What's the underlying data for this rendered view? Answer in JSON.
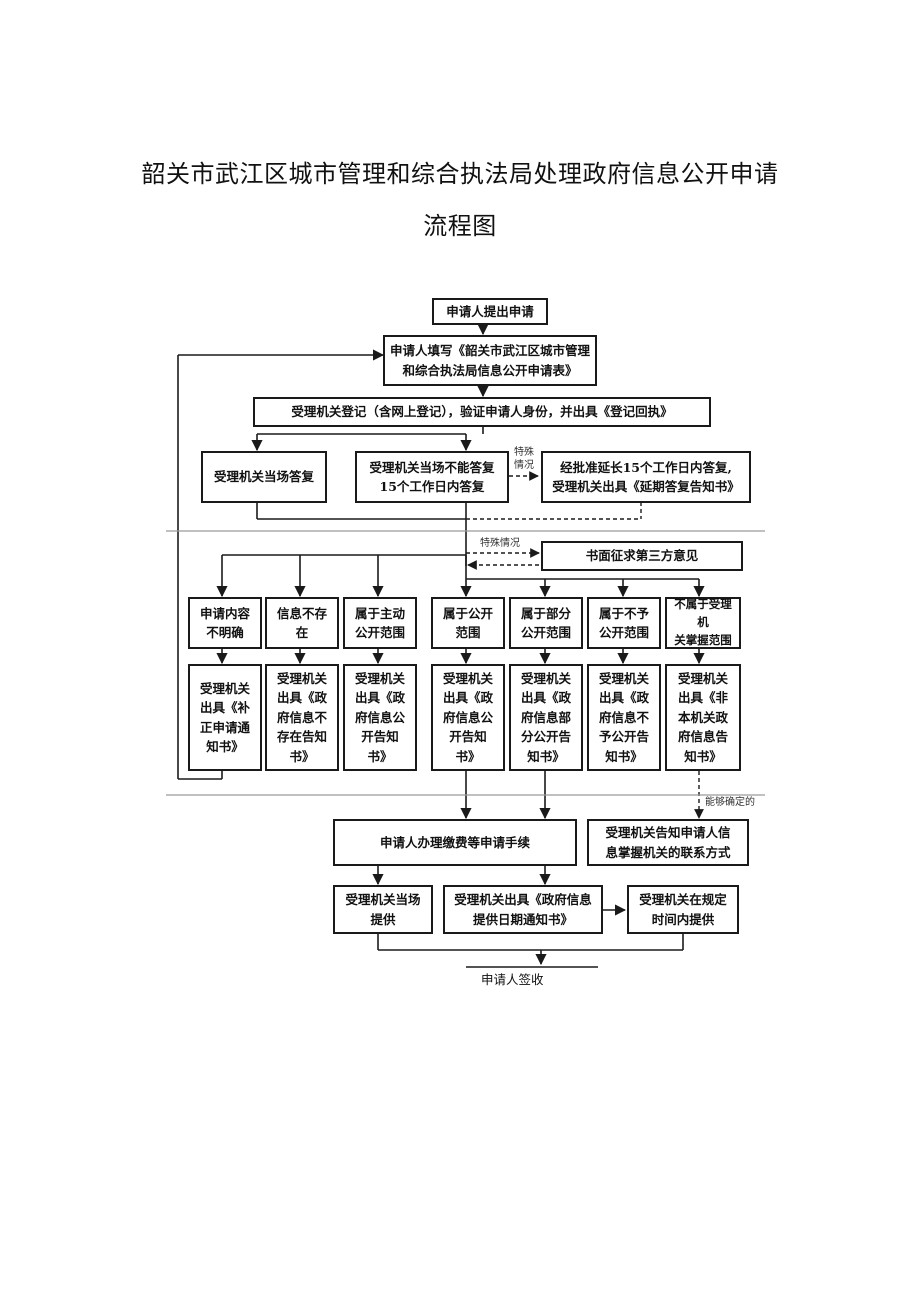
{
  "title": {
    "line1": "韶关市武江区城市管理和综合执法局处理政府信息公开申请",
    "line2": "流程图"
  },
  "nodes": {
    "submit": "申请人提出申请",
    "fill_form": "申请人填写《韶关市武江区城市管理\n和综合执法局信息公开申请表》",
    "register": "受理机关登记（含网上登记），验证申请人身份，并出具《登记回执》",
    "reply_on_spot": "受理机关当场答复",
    "reply_15_days": "受理机关当场不能答复\n15个工作日内答复",
    "extend_15_days": "经批准延长15个工作日内答复,\n受理机关出具《延期答复告知书》",
    "third_party": "书面征求第三方意见",
    "cat_unclear": "申请内容\n不明确",
    "cat_not_exist": "信息不存在",
    "cat_active_public": "属于主动\n公开范围",
    "cat_public": "属于公开\n范围",
    "cat_partial": "属于部分\n公开范围",
    "cat_not_public": "属于不予\n公开范围",
    "cat_not_held": "不属于受理机\n关掌握范围",
    "notice_supplement": "受理机关\n出具《补\n正申请通\n知书》",
    "notice_not_exist": "受理机关\n出具《政\n府信息不\n存在告知\n书》",
    "notice_active_public": "受理机关\n出具《政\n府信息公\n开告知\n书》",
    "notice_public": "受理机关\n出具《政\n府信息公\n开告知\n书》",
    "notice_partial": "受理机关\n出具《政\n府信息部\n分公开告\n知书》",
    "notice_not_public": "受理机关\n出具《政\n府信息不\n予公开告\n知书》",
    "notice_not_held": "受理机关\n出具《非\n本机关政\n府信息告\n知书》",
    "fees": "申请人办理缴费等申请手续",
    "inform_contact": "受理机关告知申请人信\n息掌握机关的联系方式",
    "provide_on_spot": "受理机关当场\n提供",
    "date_notice": "受理机关出具《政府信息\n提供日期通知书》",
    "provide_in_time": "受理机关在规定\n时间内提供",
    "sign": "申请人签收"
  },
  "labels": {
    "special_case_1": "特殊\n情况",
    "special_case_2": "特殊情况",
    "can_determine": "能够确定的"
  },
  "colors": {
    "line": "#1a1a1a",
    "text": "#111111",
    "background": "#ffffff"
  }
}
